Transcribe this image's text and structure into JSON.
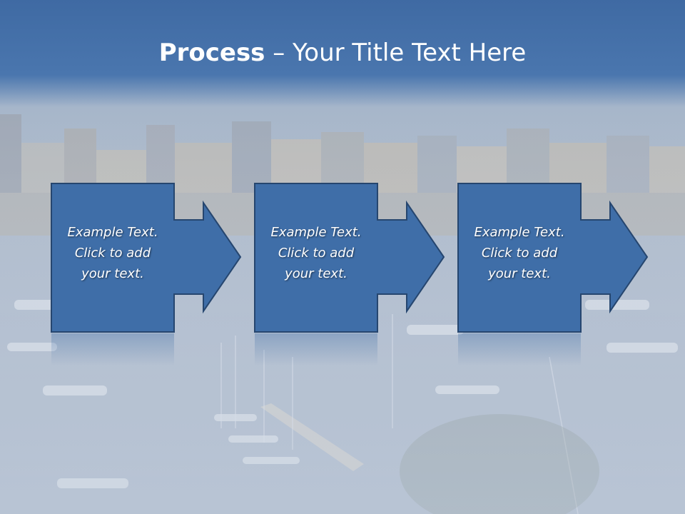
{
  "title": {
    "bold": "Process",
    "rest": " – Your Title Text Here"
  },
  "steps": [
    {
      "line1": "Example Text.",
      "line2": "Click  to add",
      "line3": "your text."
    },
    {
      "line1": "Example Text.",
      "line2": "Click  to add",
      "line3": "your text."
    },
    {
      "line1": "Example Text.",
      "line2": "Click  to add",
      "line3": "your text."
    }
  ],
  "colors": {
    "title_band": "#4a76ae",
    "box_fill": "#3f6ea8",
    "box_stroke": "#26466f",
    "text": "#ffffff"
  },
  "background": "harbor-city-photo"
}
